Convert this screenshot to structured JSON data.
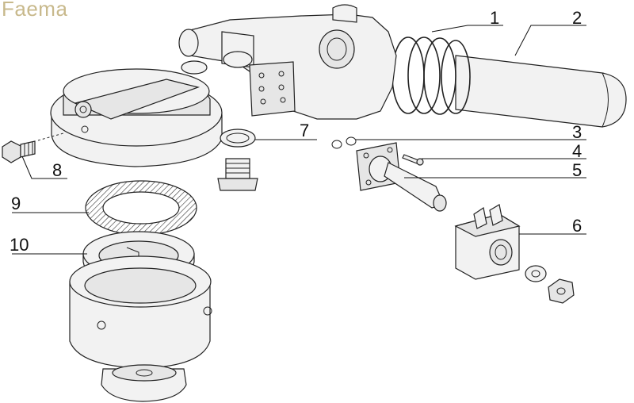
{
  "brand": "Faema",
  "callouts": [
    {
      "id": "1",
      "label": "1"
    },
    {
      "id": "2",
      "label": "2"
    },
    {
      "id": "3",
      "label": "3"
    },
    {
      "id": "4",
      "label": "4"
    },
    {
      "id": "5",
      "label": "5"
    },
    {
      "id": "6",
      "label": "6"
    },
    {
      "id": "7",
      "label": "7"
    },
    {
      "id": "8",
      "label": "8"
    },
    {
      "id": "9",
      "label": "9"
    },
    {
      "id": "10",
      "label": "10"
    }
  ],
  "colors": {
    "brand": "#c8b98c",
    "line": "#222222"
  }
}
